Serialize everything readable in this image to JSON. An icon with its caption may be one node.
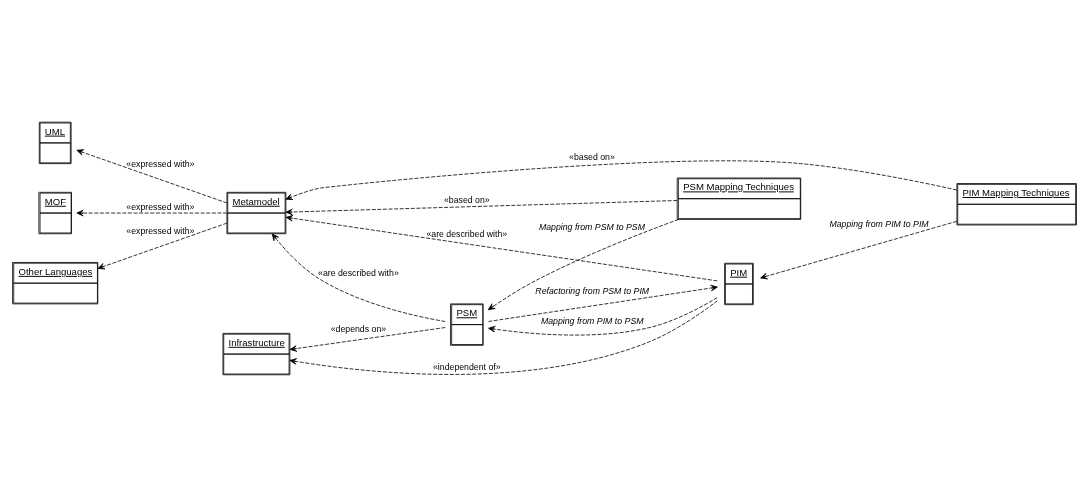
{
  "diagram": {
    "nodes": [
      {
        "text": [
          "UML"
        ]
      },
      {
        "text": [
          "MOF"
        ]
      },
      {
        "text": [
          "Other Languages"
        ]
      },
      {
        "text": [
          "Metamodel"
        ]
      },
      {
        "text": [
          "PIM Mapping Techniques"
        ]
      },
      {
        "text": [
          "PIM"
        ]
      },
      {
        "text": [
          "PSM"
        ]
      },
      {
        "text": [
          "Infrastructure"
        ]
      },
      {
        "text": [
          "PSM Mapping Techniques"
        ]
      }
    ],
    "edges": [
      {
        "from": 3,
        "to": 0,
        "arrow": "to",
        "style": "dashed",
        "label": "«expressed with»"
      },
      {
        "from": 3,
        "to": 1,
        "arrow": "to",
        "style": "dashed",
        "label": "«expressed with»"
      },
      {
        "from": 3,
        "to": 2,
        "arrow": "to",
        "style": "dashed",
        "label": "«expressed with»"
      },
      {
        "from": 4,
        "to": 3,
        "arrow": "to",
        "style": "dashed",
        "label": "«based on»"
      },
      {
        "from": 4,
        "to": 5,
        "arrow": "to",
        "style": "dashed",
        "label": "Mapping from PIM to PIM"
      },
      {
        "from": 5,
        "to": 3,
        "arrow": "to",
        "style": "dashed",
        "label": "«are described with»"
      },
      {
        "from": 6,
        "to": 3,
        "arrow": "to",
        "style": "dashed",
        "label": "«are described with»"
      },
      {
        "from": 5,
        "to": 7,
        "arrow": "to",
        "style": "dashed",
        "label": "«independent of»"
      },
      {
        "from": 5,
        "to": 6,
        "arrow": "to",
        "style": "dashed",
        "label": "Mapping from PIM to PSM"
      },
      {
        "from": 6,
        "to": 5,
        "arrow": "to",
        "style": "dashed",
        "label": "Refactoring from PSM to PIM"
      },
      {
        "from": 6,
        "to": 7,
        "arrow": "to",
        "style": "dashed",
        "label": "«depends on»"
      },
      {
        "from": 8,
        "to": 3,
        "arrow": "to",
        "style": "dashed",
        "label": "«based on»"
      },
      {
        "from": 8,
        "to": 6,
        "arrow": "to",
        "style": "dashed",
        "label": "Mapping from PSM to PSM"
      }
    ]
  }
}
